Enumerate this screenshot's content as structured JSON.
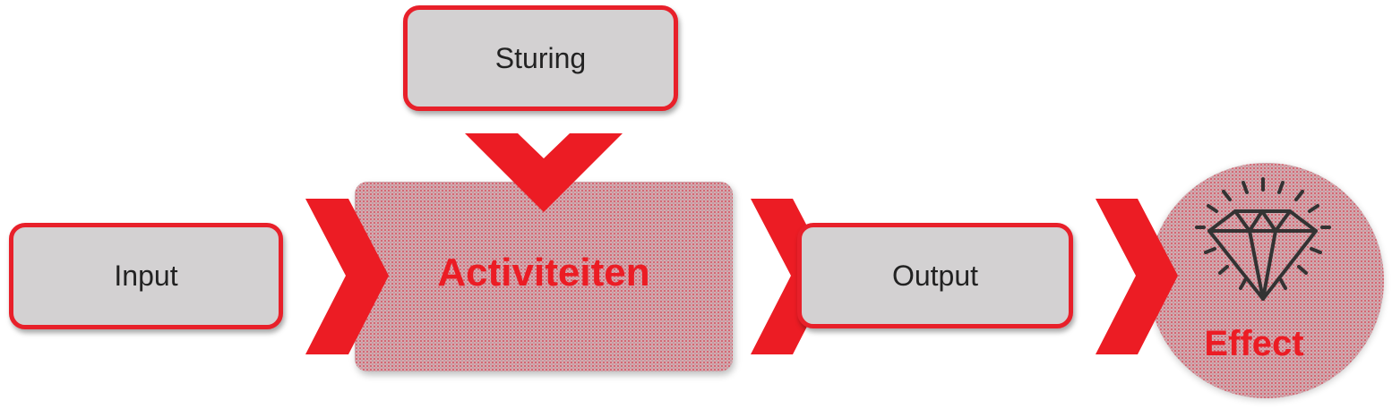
{
  "nodes": {
    "input": "Input",
    "sturing": "Sturing",
    "activiteiten": "Activiteiten",
    "output": "Output",
    "effect": "Effect"
  },
  "colors": {
    "accent": "#ec1c24",
    "box_fill": "#d3d1d2",
    "box_border": "#e8202a",
    "text_dark": "#222222"
  },
  "icons": {
    "effect_icon": "diamond-icon"
  }
}
